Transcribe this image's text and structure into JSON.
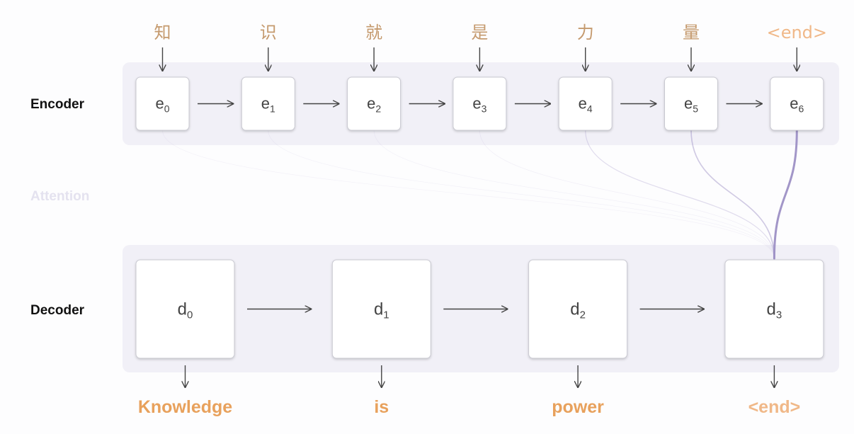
{
  "labels": {
    "encoder": "Encoder",
    "attention": "Attention",
    "decoder": "Decoder"
  },
  "encoder": {
    "inputs": [
      "知",
      "识",
      "就",
      "是",
      "力",
      "量",
      "<end>"
    ],
    "states": [
      {
        "base": "e",
        "sub": "0"
      },
      {
        "base": "e",
        "sub": "1"
      },
      {
        "base": "e",
        "sub": "2"
      },
      {
        "base": "e",
        "sub": "3"
      },
      {
        "base": "e",
        "sub": "4"
      },
      {
        "base": "e",
        "sub": "5"
      },
      {
        "base": "e",
        "sub": "6"
      }
    ]
  },
  "decoder": {
    "states": [
      {
        "base": "d",
        "sub": "0"
      },
      {
        "base": "d",
        "sub": "1"
      },
      {
        "base": "d",
        "sub": "2"
      },
      {
        "base": "d",
        "sub": "3"
      }
    ],
    "outputs": [
      "Knowledge",
      "is",
      "power",
      "<end>"
    ]
  },
  "attention": {
    "target_decoder_index": 3,
    "weights": [
      0.02,
      0.03,
      0.04,
      0.05,
      0.25,
      0.45,
      1.0
    ]
  },
  "colors": {
    "word": "#e8a15c",
    "word_end": "#f0b888",
    "input_text": "#c59a6e",
    "lane_bg": "#f1f0f7",
    "node_border": "#c9c9d1",
    "arrow": "#444444",
    "attention_label": "#e4e2ef",
    "attention_line": "#9b8ec4",
    "label": "#111111"
  }
}
